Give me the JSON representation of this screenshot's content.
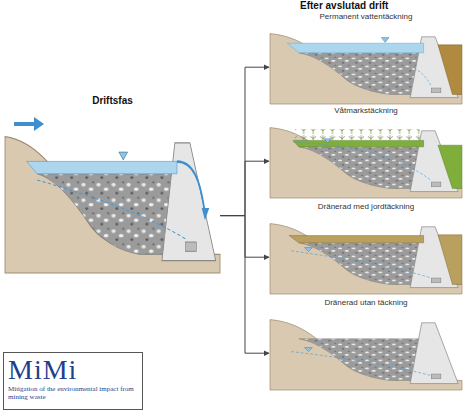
{
  "diagram": {
    "nodes": [
      {
        "text": [
          "Driftsfas"
        ]
      },
      {
        "text": [
          "Permanent vattentäckning"
        ]
      },
      {
        "text": [
          "Våtmarkstäckning"
        ]
      },
      {
        "text": [
          "Dränerad med jordtäckning"
        ]
      },
      {
        "text": [
          "Dränerad utan täckning"
        ]
      },
      {
        "text": [
          "MiMi",
          "Mitigation of the environmental impact from mining waste"
        ]
      }
    ],
    "edges": [
      {
        "from": 0,
        "to": 1,
        "arrow": "to"
      },
      {
        "from": 0,
        "to": 2,
        "arrow": "to"
      },
      {
        "from": 0,
        "to": 3,
        "arrow": "to"
      },
      {
        "from": 0,
        "to": 4,
        "arrow": "to"
      }
    ],
    "labels": [
      "Efter avslutad drift"
    ]
  }
}
